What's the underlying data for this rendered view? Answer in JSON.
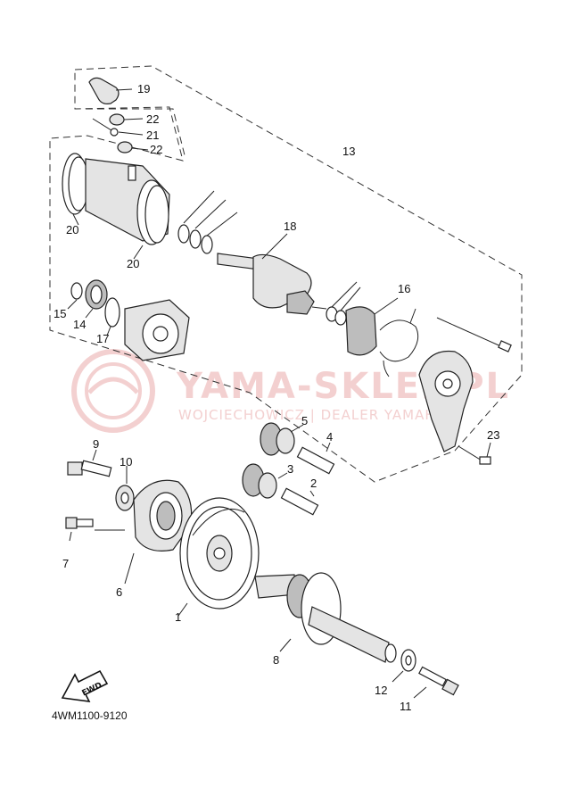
{
  "watermark": {
    "brand": "YAMA-SKLEP.PL",
    "dealer": "WOJCIECHOWICZ | DEALER YAMAHA"
  },
  "diagram_code": "4WM1100-9120",
  "fwd_label": "FWD",
  "callouts": [
    "1",
    "2",
    "3",
    "4",
    "5",
    "6",
    "7",
    "8",
    "9",
    "10",
    "11",
    "12",
    "13",
    "14",
    "15",
    "16",
    "17",
    "18",
    "19",
    "20",
    "20",
    "21",
    "22",
    "22",
    "23"
  ]
}
